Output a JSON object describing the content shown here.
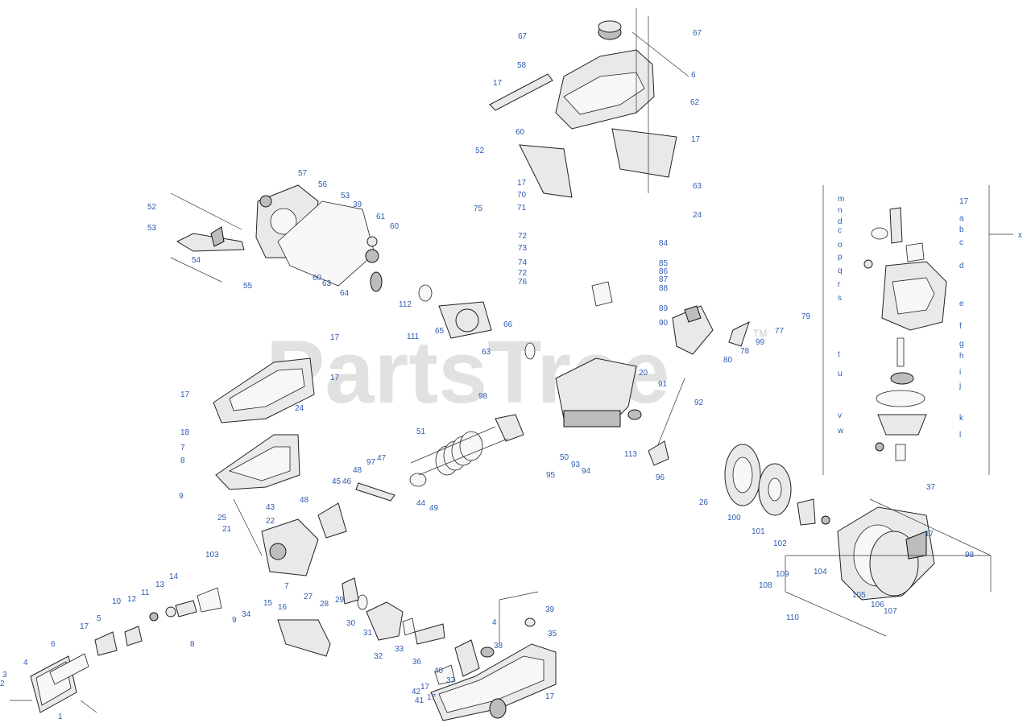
{
  "watermark": {
    "text": "PartsTree",
    "tm": "TM"
  },
  "colors": {
    "label": "#2f5cb0",
    "line": "#222222",
    "watermark": "#c9c9c9"
  },
  "callouts": [
    "67",
    "67",
    "6",
    "58",
    "17",
    "62",
    "17",
    "60",
    "52",
    "17",
    "70",
    "71",
    "75",
    "63",
    "24",
    "56",
    "57",
    "53",
    "39",
    "61",
    "60",
    "52",
    "53",
    "54",
    "55",
    "60",
    "63",
    "64",
    "84",
    "85",
    "86",
    "87",
    "88",
    "72",
    "73",
    "74",
    "72",
    "76",
    "89",
    "90",
    "77",
    "79",
    "78",
    "99",
    "80",
    "112",
    "111",
    "65",
    "66",
    "63",
    "17",
    "17",
    "17",
    "18",
    "24",
    "7",
    "8",
    "9",
    "20",
    "91",
    "92",
    "98",
    "51",
    "50",
    "93",
    "94",
    "95",
    "113",
    "96",
    "97",
    "47",
    "48",
    "46",
    "45",
    "44",
    "49",
    "48",
    "43",
    "25",
    "21",
    "22",
    "26",
    "100",
    "101",
    "102",
    "103",
    "14",
    "13",
    "12",
    "11",
    "10",
    "9",
    "8",
    "7",
    "27",
    "28",
    "29",
    "30",
    "31",
    "32",
    "33",
    "34",
    "15",
    "16",
    "17",
    "5",
    "6",
    "4",
    "3",
    "2",
    "1",
    "4",
    "38",
    "39",
    "40",
    "37",
    "36",
    "35",
    "17",
    "42",
    "41",
    "17",
    "17",
    "37",
    "17",
    "98",
    "109",
    "104",
    "105",
    "106",
    "107",
    "108",
    "110",
    "17",
    "a",
    "b",
    "c",
    "d",
    "e",
    "f",
    "g",
    "h",
    "i",
    "j",
    "k",
    "l",
    "m",
    "n",
    "d",
    "c",
    "o",
    "p",
    "q",
    "r",
    "s",
    "t",
    "u",
    "v",
    "w",
    "x",
    "32"
  ]
}
